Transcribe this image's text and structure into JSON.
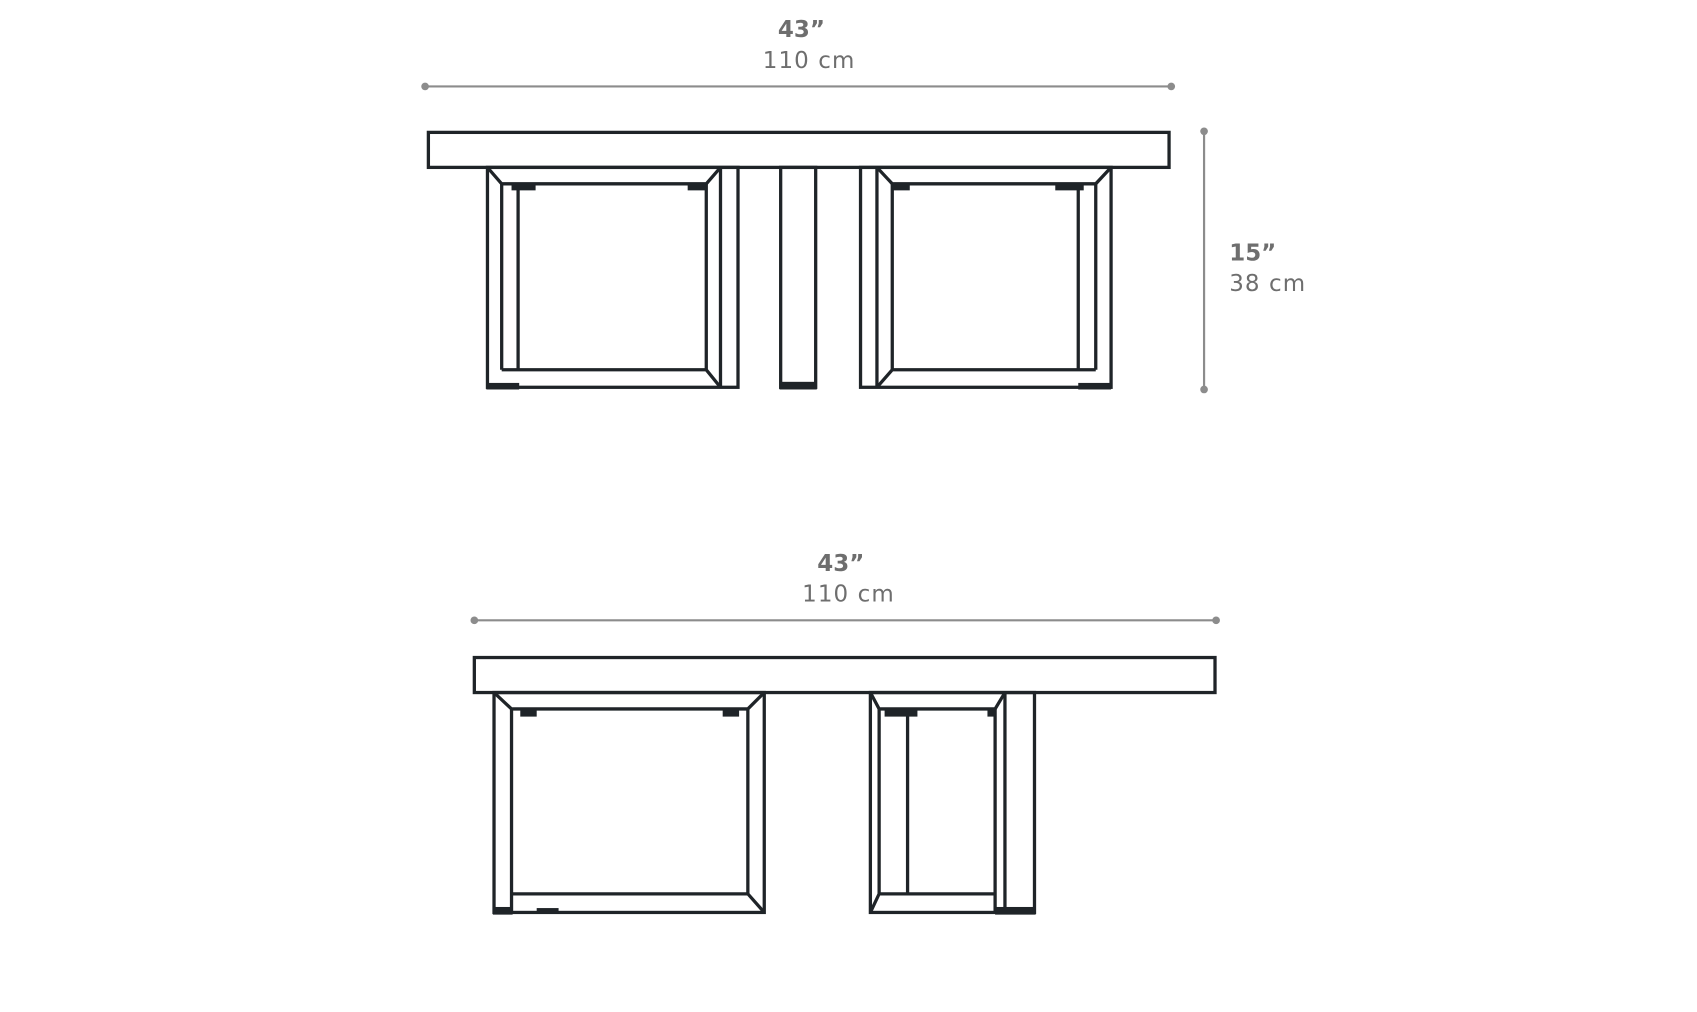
{
  "top_view": {
    "width_label_in": "43”",
    "width_label_cm": "110 cm",
    "height_label_in": "15”",
    "height_label_cm": "38 cm"
  },
  "bottom_view": {
    "width_label_in": "43”",
    "width_label_cm": "110 cm"
  },
  "colors": {
    "line": "#1f2428",
    "dimension": "#8c8c8c",
    "label": "#6e6e6e"
  }
}
